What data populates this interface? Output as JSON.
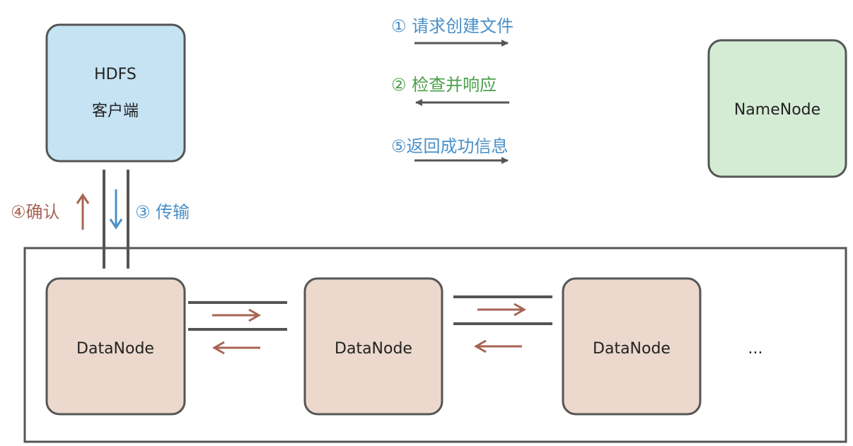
{
  "client": {
    "line1": "HDFS",
    "line2": "客户端"
  },
  "namenode": {
    "label": "NameNode"
  },
  "datanodes": [
    {
      "label": "DataNode"
    },
    {
      "label": "DataNode"
    },
    {
      "label": "DataNode"
    }
  ],
  "ellipsis": "...",
  "steps": {
    "request": "① 请求创建文件",
    "check": "② 检查并响应",
    "transfer": "③ 传输",
    "confirm": "④确认",
    "success": "⑤返回成功信息"
  },
  "colors": {
    "client_fill": "#c5e3f3",
    "namenode_fill": "#d4ecd4",
    "datanode_fill": "#ecd8cc",
    "border": "#555555",
    "blue_text": "#4a90c8",
    "green_text": "#4aa04a",
    "brown": "#a86454"
  },
  "icons": {
    "arrow_right": "arrow-right-icon",
    "arrow_left": "arrow-left-icon",
    "arrow_up": "arrow-up-icon",
    "arrow_down": "arrow-down-icon"
  }
}
